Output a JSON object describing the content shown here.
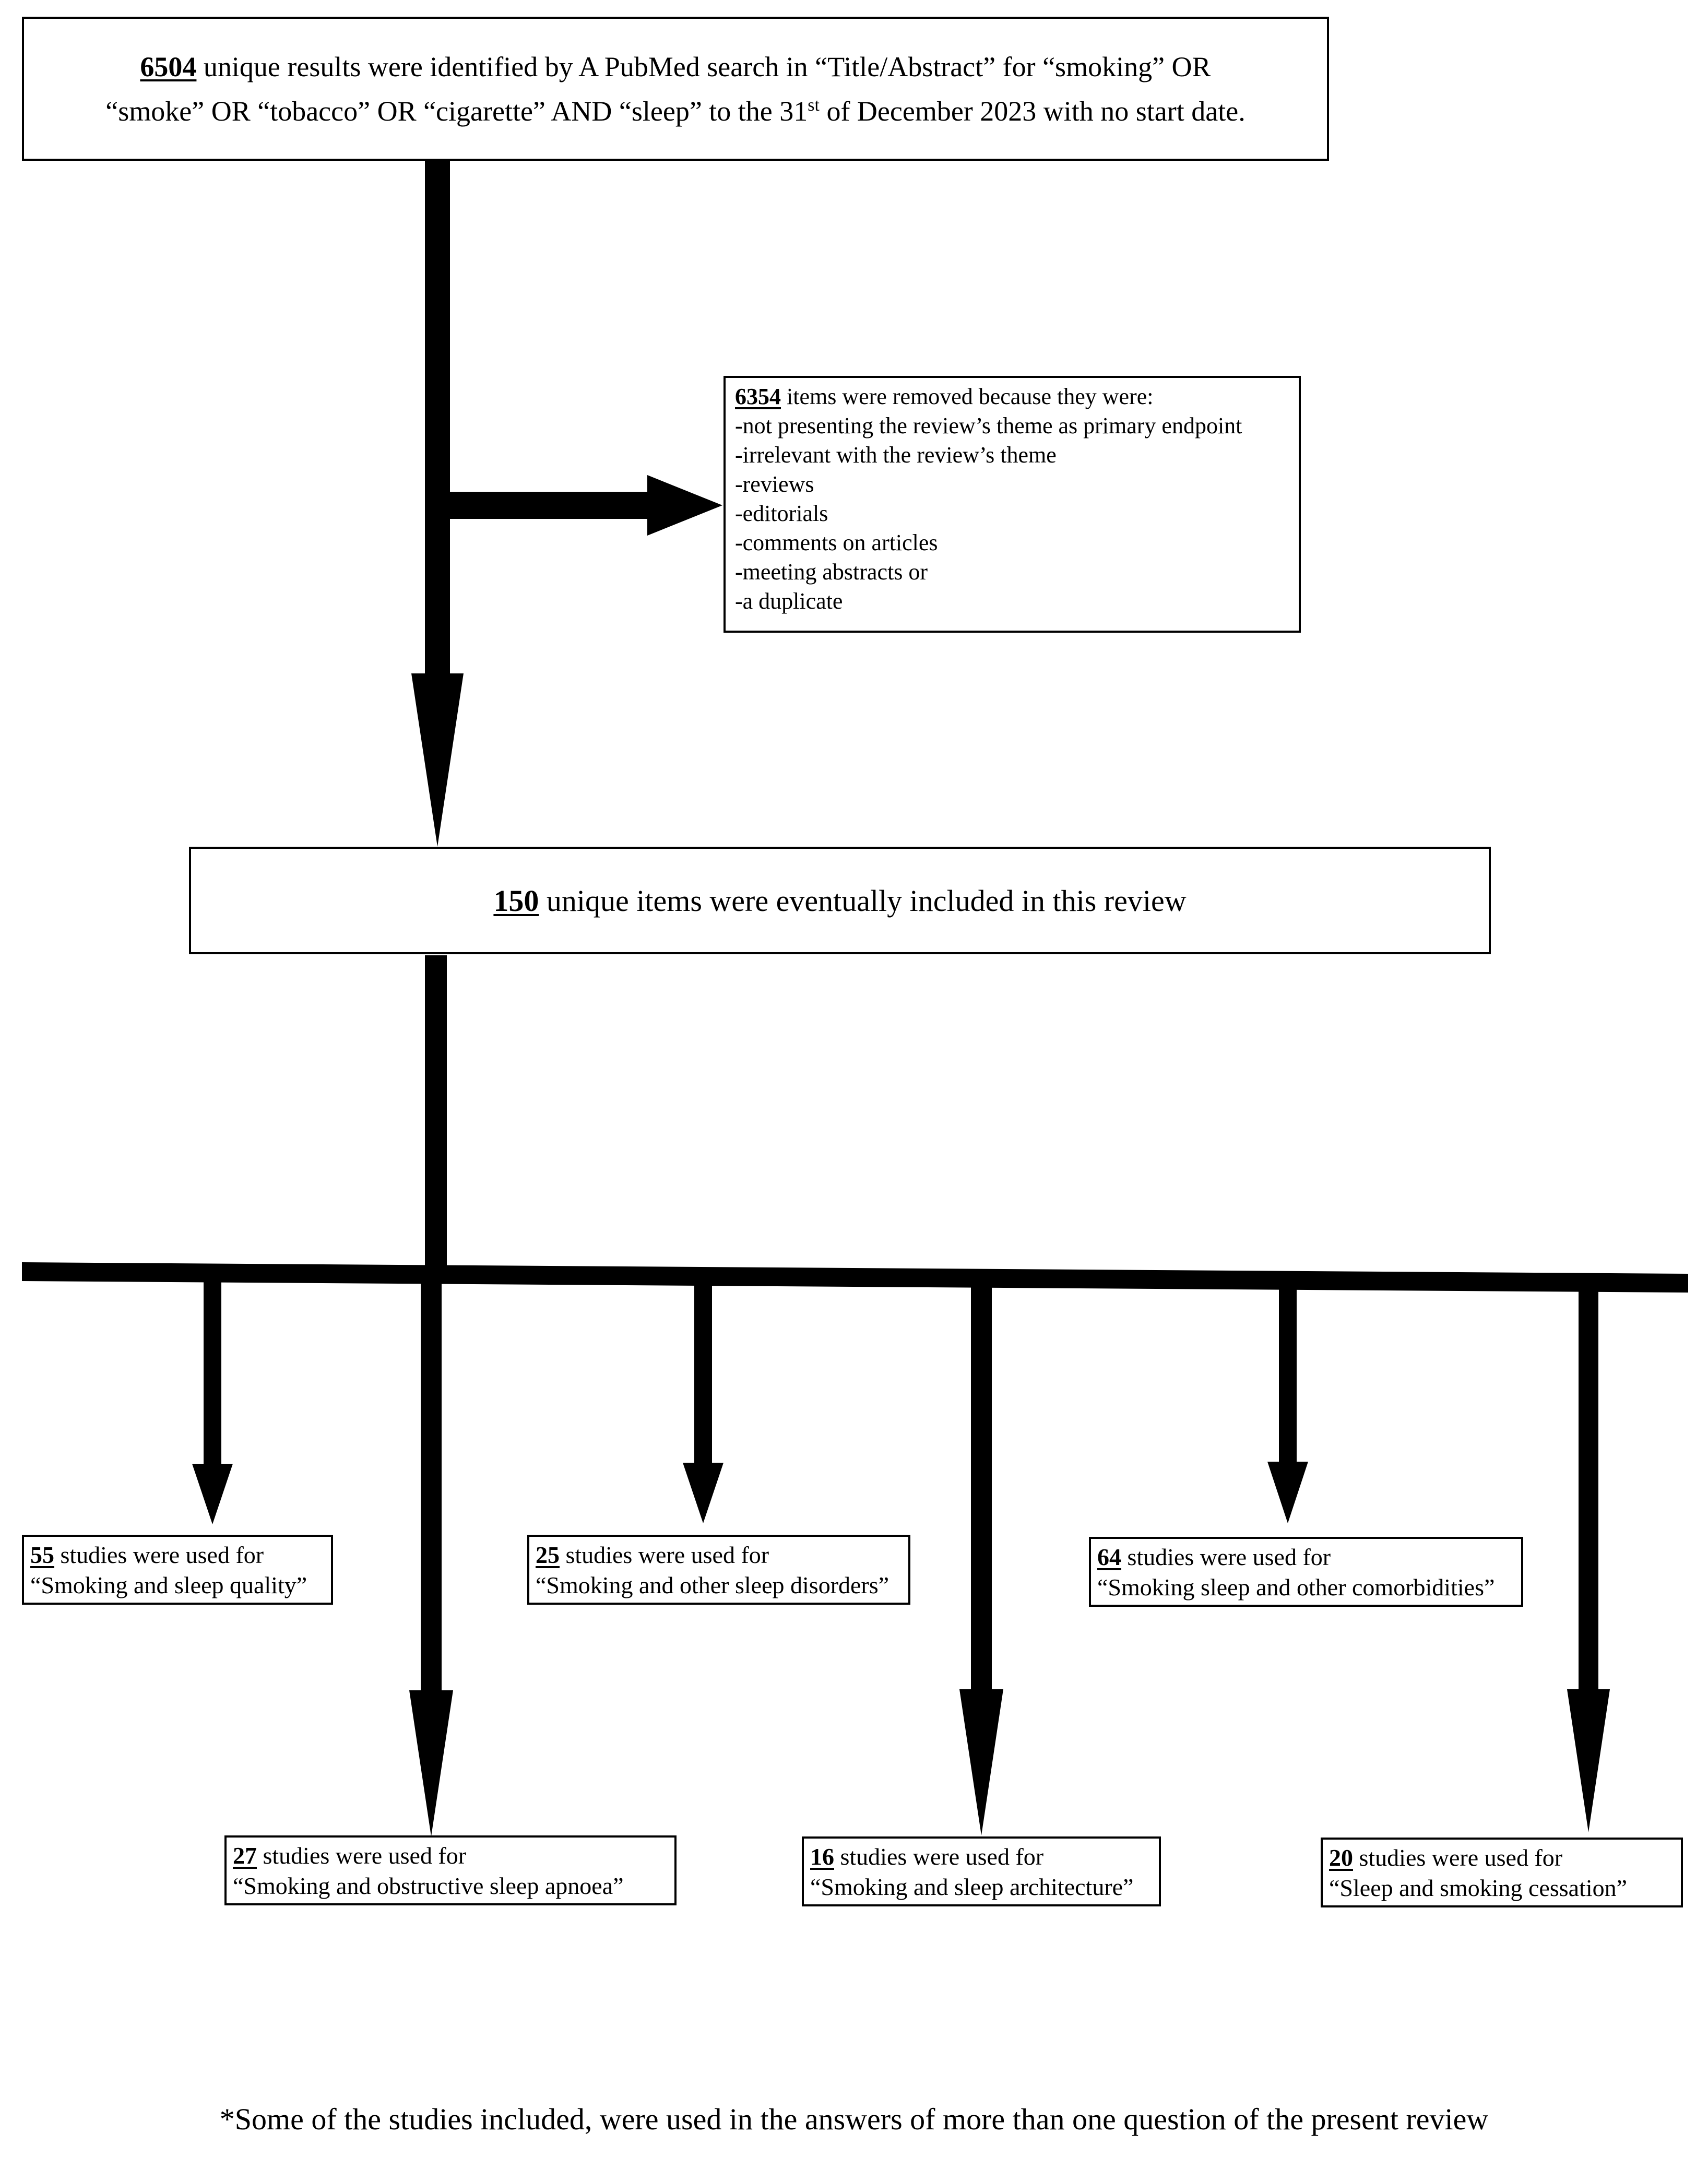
{
  "search_box": {
    "count": "6504",
    "line1_rest": " unique results were identified by A PubMed search in “Title/Abstract” for “smoking” OR",
    "line2_pre": "“smoke” OR “tobacco” OR “cigarette” AND “sleep” to the 31",
    "line2_sup": "st",
    "line2_post": " of December 2023 with no start date."
  },
  "removed_box": {
    "count": "6354",
    "heading_rest": " items were removed because they were:",
    "reasons": [
      "-not presenting the review’s theme as primary endpoint",
      "-irrelevant with the review’s theme",
      "-reviews",
      "-editorials",
      "-comments on articles",
      "-meeting abstracts or",
      "-a duplicate"
    ]
  },
  "included_box": {
    "count": "150",
    "text_rest": " unique items were eventually included in this review"
  },
  "category_boxes": [
    {
      "count": "55",
      "label_rest": " studies were used for",
      "topic": "“Smoking  and sleep quality”"
    },
    {
      "count": "27",
      "label_rest": " studies were used for",
      "topic": "“Smoking  and obstructive sleep apnoea”"
    },
    {
      "count": "25",
      "label_rest": " studies were used for",
      "topic": "“Smoking  and other sleep disorders”"
    },
    {
      "count": "16",
      "label_rest": " studies were used for",
      "topic": "“Smoking  and sleep architecture”"
    },
    {
      "count": "64",
      "label_rest": " studies were used for",
      "topic": "“Smoking  sleep and other comorbidities”"
    },
    {
      "count": "20",
      "label_rest": " studies were used for",
      "topic": "“Sleep and smoking cessation”"
    }
  ],
  "footnote": "*Some of the studies included, were used in the answers of more than one question of the present review"
}
